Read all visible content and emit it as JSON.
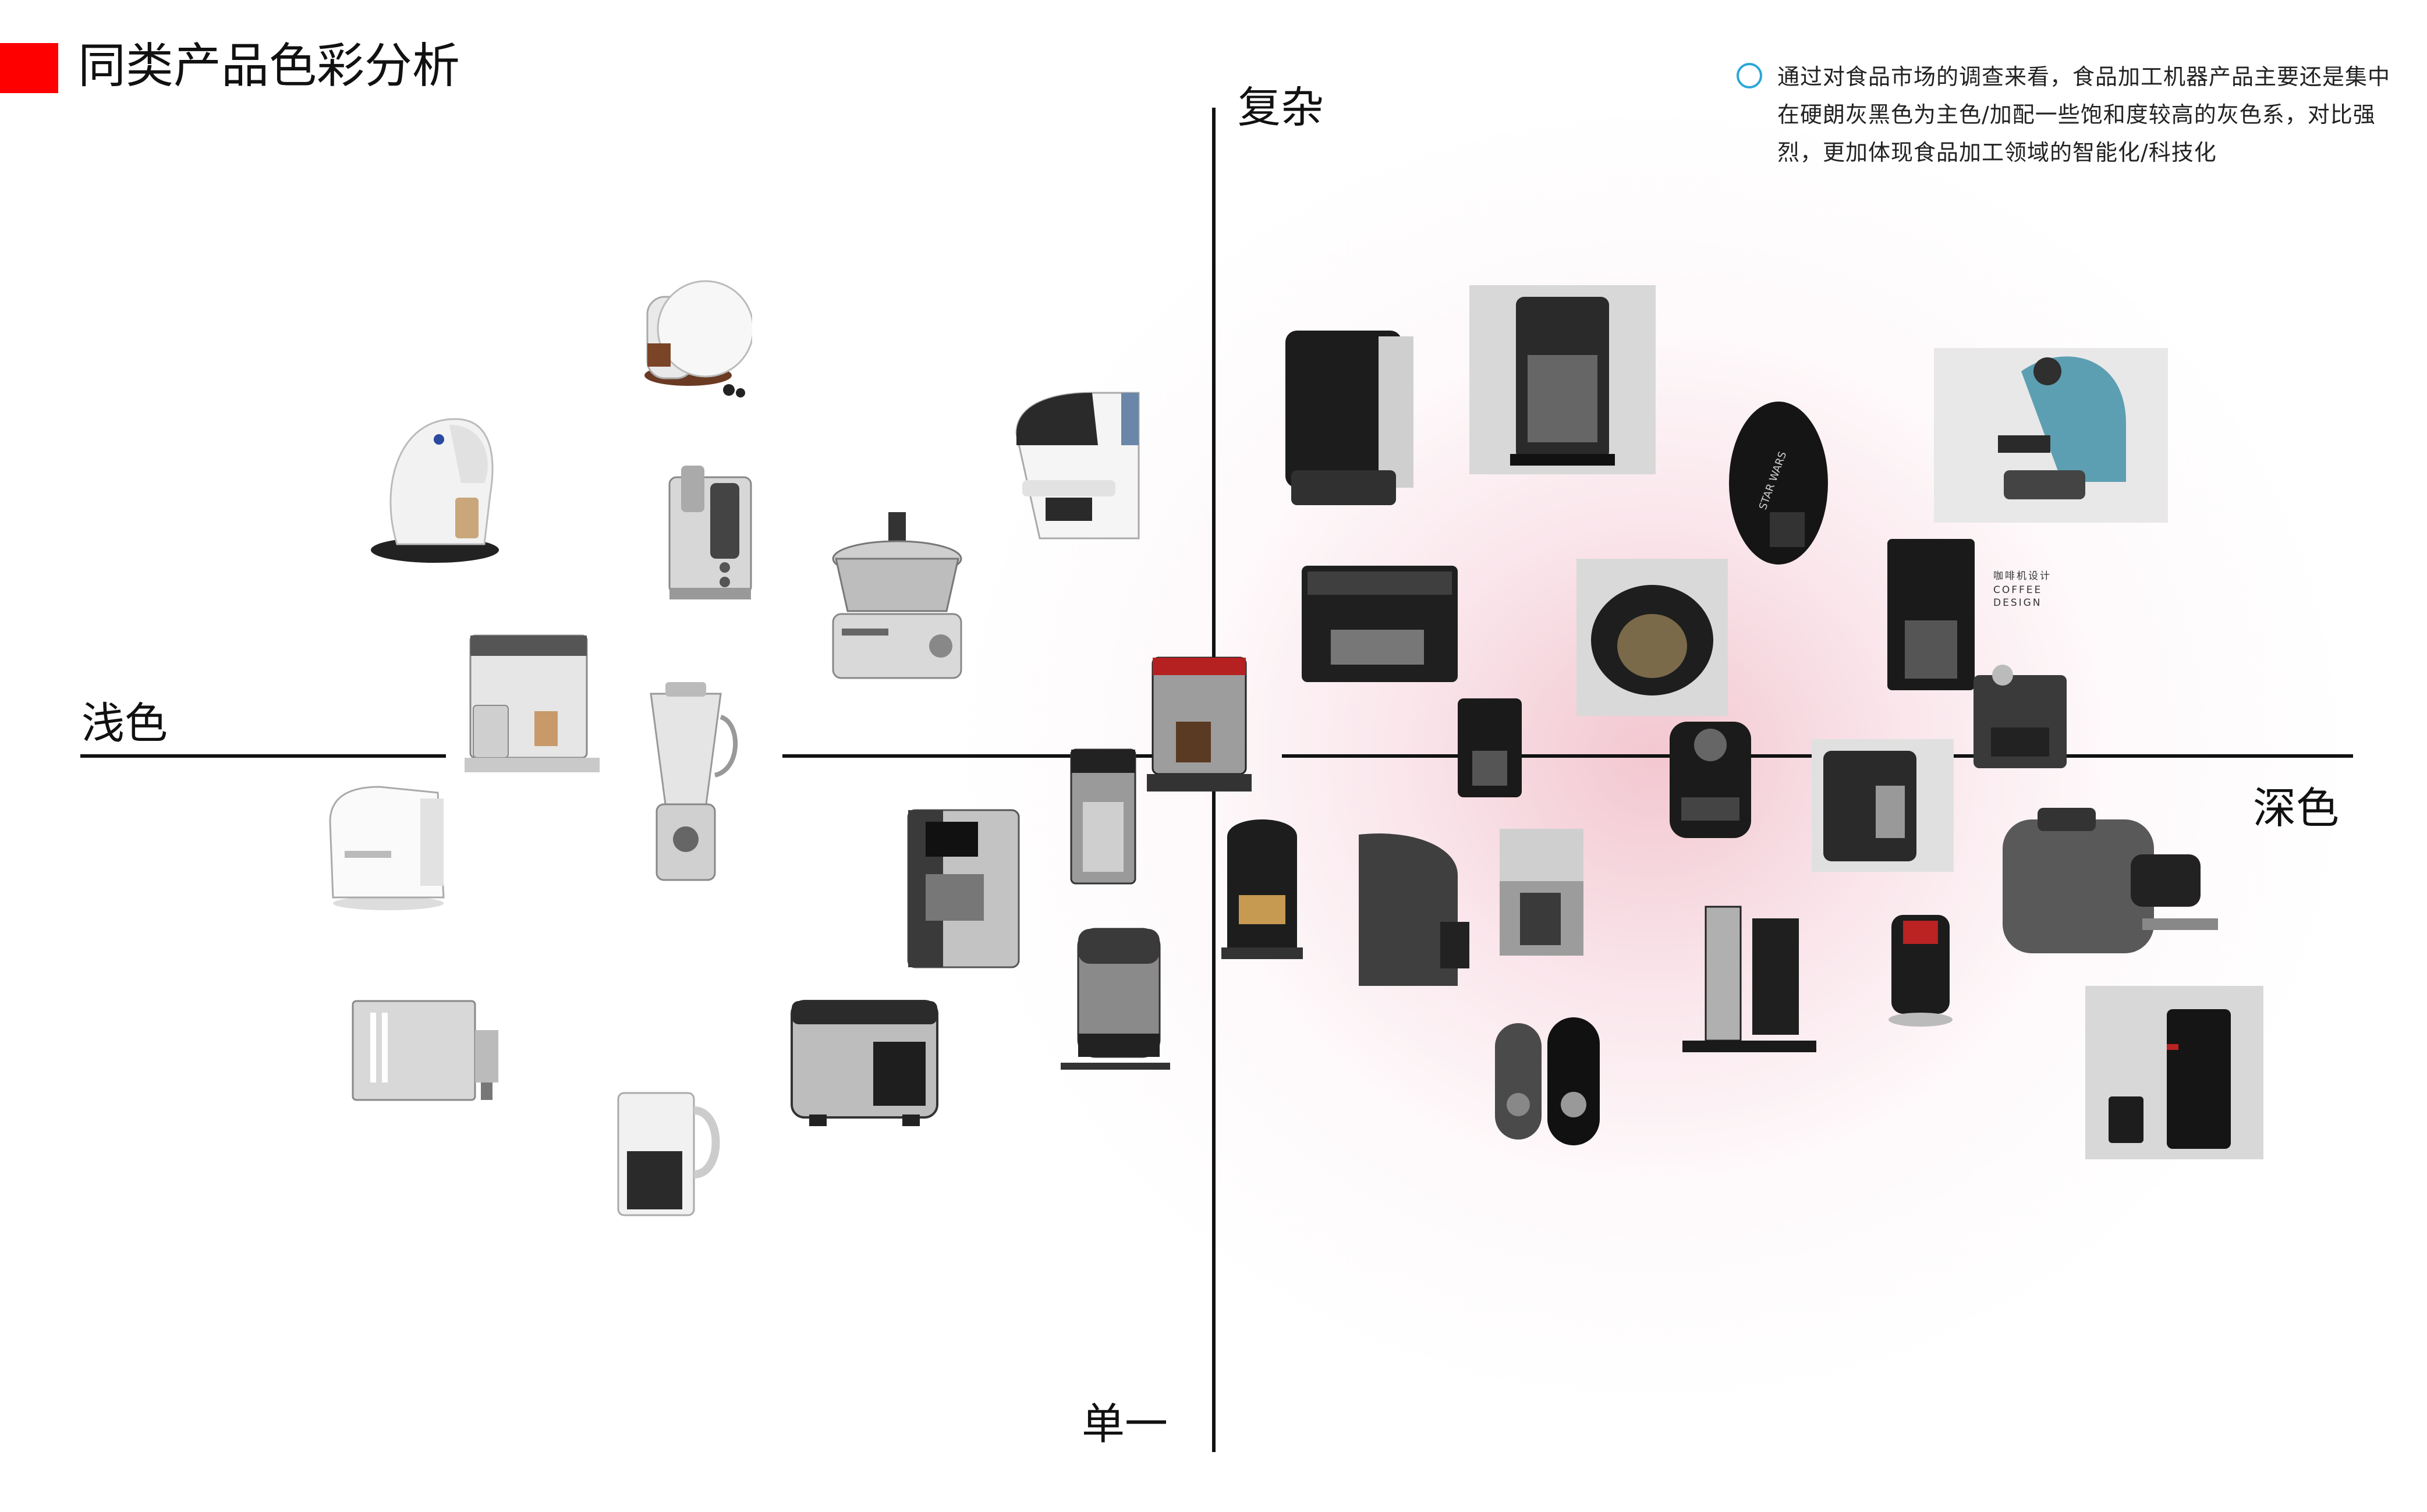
{
  "title": "同类产品色彩分析",
  "colors": {
    "title_marker": "#ff0000",
    "note_icon": "#2aa7d8",
    "glow": "#f2c4ce"
  },
  "axes": {
    "top": "复杂",
    "bottom": "单一",
    "left": "浅色",
    "right": "深色"
  },
  "note": {
    "icon": "circle-icon",
    "text": "通过对食品市场的调查来看，食品加工机器产品主要还是集中在硬朗灰黑色为主色/加配一些饱和度较高的灰色系，对比强烈，更加体现食品加工领域的智能化/科技化"
  },
  "product_labels": {
    "coffee_design_cn": "咖啡机设计",
    "coffee_design_en_1": "COFFEE",
    "coffee_design_en_2": "DESIGN"
  }
}
